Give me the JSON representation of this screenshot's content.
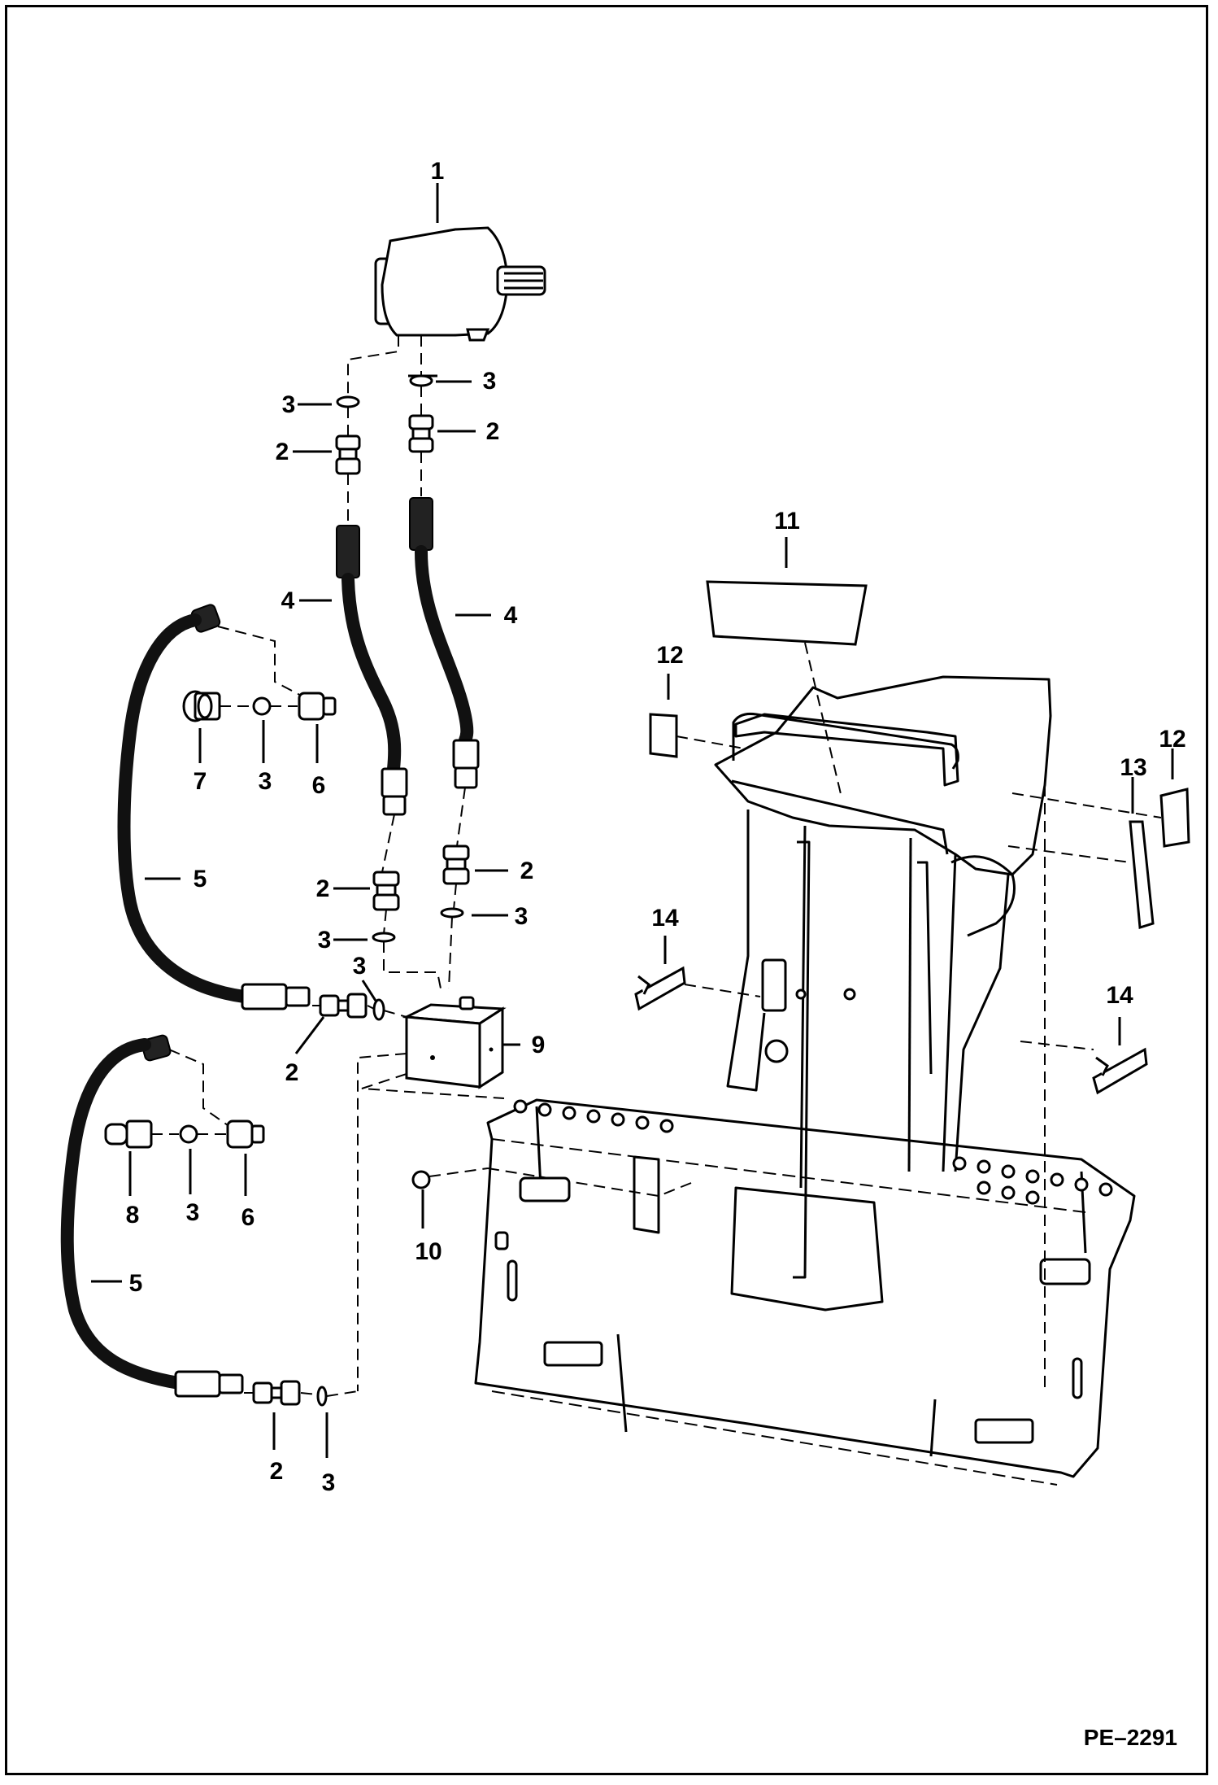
{
  "figure_id": "PE–2291",
  "callouts": {
    "c1": "1",
    "c2": "2",
    "c3": "3",
    "c4": "4",
    "c5": "5",
    "c6": "6",
    "c7": "7",
    "c8": "8",
    "c9": "9",
    "c10": "10",
    "c11": "11",
    "c12": "12",
    "c13": "13",
    "c14": "14"
  }
}
